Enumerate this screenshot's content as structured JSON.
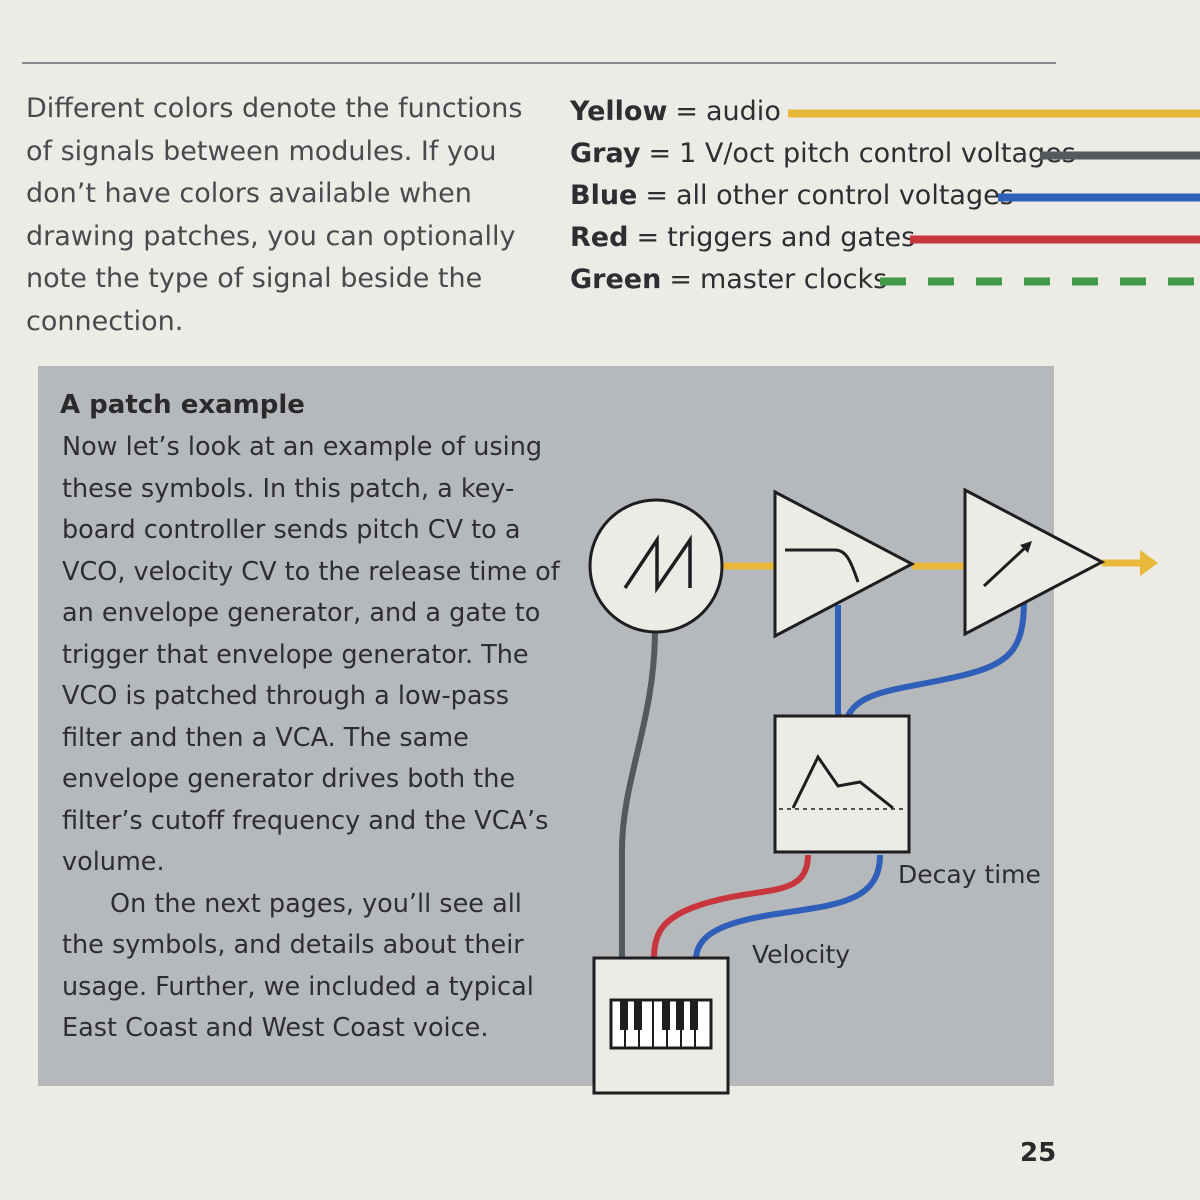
{
  "intro": "Different colors denote the functions of signals between modules. If you don’t have colors available when drawing patches, you can optionally note the type of signal beside the connection.",
  "legend": [
    {
      "name": "Yellow",
      "sep": "=",
      "desc": "audio",
      "color": "#e8b83a",
      "style": "solid"
    },
    {
      "name": "Gray",
      "sep": "=",
      "desc": "1 V/oct pitch control voltages",
      "color": "#525a60",
      "style": "solid"
    },
    {
      "name": "Blue",
      "sep": "=",
      "desc": "all other control voltages",
      "color": "#2f5fb8",
      "style": "solid"
    },
    {
      "name": "Red",
      "sep": "=",
      "desc": "triggers and gates",
      "color": "#c8353d",
      "style": "solid"
    },
    {
      "name": "Green",
      "sep": "=",
      "desc": "master clocks",
      "color": "#3e9a45",
      "style": "dashed"
    }
  ],
  "panel": {
    "title": "A patch example",
    "paragraph1": "Now let’s look at an example of using these symbols. In this patch, a key-board controller sends pitch CV to a VCO, velocity CV to the release time of an envelope generator, and a gate to trigger that envelope generator. The VCO is patched through a low-pass filter and then a VCA. The same envelope generator drives both the filter’s cutoff frequency and the VCA’s volume.",
    "paragraph2": "On the next pages, you’ll see all the symbols, and details about their usage. Further, we included a typical East Coast and West Coast voice."
  },
  "diagram": {
    "decay_label": "Decay time",
    "velocity_label": "Velocity",
    "modules": {
      "vco": "oscillator-icon",
      "filter": "lowpass-filter-icon",
      "vca": "vca-icon",
      "envelope": "envelope-generator-icon",
      "keyboard": "keyboard-icon"
    }
  },
  "page_number": "25"
}
